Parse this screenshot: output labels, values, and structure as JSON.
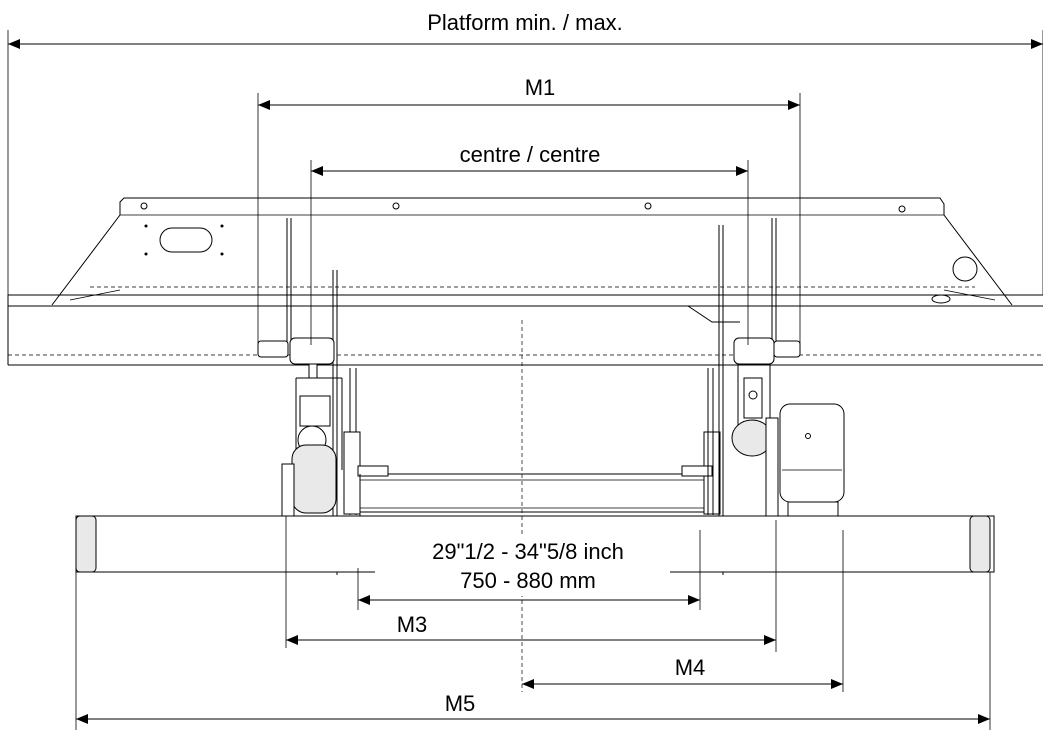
{
  "labels": {
    "platform": "Platform min. / max.",
    "m1": "M1",
    "centre": "centre / centre",
    "inch_range": "29\"1/2 - 34\"5/8 inch",
    "mm_range": "750 - 880 mm",
    "m3": "M3",
    "m4": "M4",
    "m5": "M5"
  }
}
